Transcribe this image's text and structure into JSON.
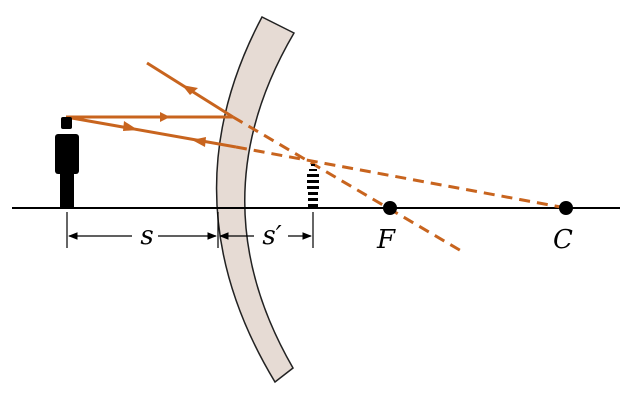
{
  "labels": {
    "object_distance": "s",
    "image_distance": "s′",
    "focal_point": "F",
    "center_of_curvature": "C"
  },
  "colors": {
    "mirror_fill": "#e6dbd4",
    "mirror_edge": "#222222",
    "ray": "#c8641e",
    "axis": "#000000",
    "object": "#000000"
  }
}
